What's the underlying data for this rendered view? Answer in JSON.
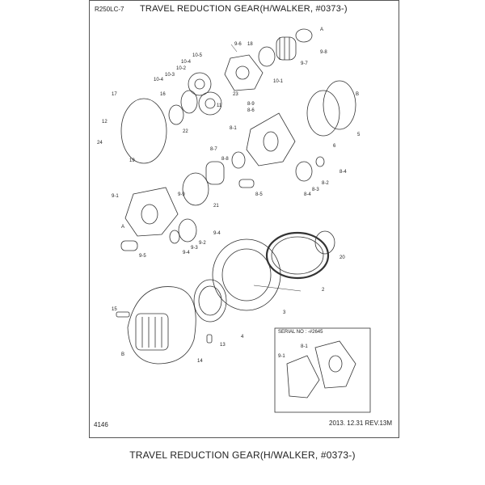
{
  "header": {
    "model": "R250LC-7",
    "title": "TRAVEL REDUCTION GEAR(H/WALKER, #0373-)"
  },
  "footer": {
    "page": "4146",
    "date_rev": "2013. 12.31  REV.13M"
  },
  "caption": "TRAVEL REDUCTION GEAR(H/WALKER, #0373-)",
  "inset": {
    "serial": "SERIAL NO : -#2645"
  },
  "labels": {
    "A1": "A",
    "A2": "A",
    "B1": "B",
    "B2": "B",
    "l2": "2",
    "l3": "3",
    "l4": "4",
    "l5": "5",
    "l6": "6",
    "l8_1": "8-1",
    "l8_2": "8-2",
    "l8_3": "8-3",
    "l8_4a": "8-4",
    "l8_4b": "8-4",
    "l8_5": "8-5",
    "l8_6": "8-6",
    "l8_7": "8-7",
    "l8_8": "8-8",
    "l8_9": "8-9",
    "l9_1": "9-1",
    "l9_2": "9-2",
    "l9_3": "9-3",
    "l9_4a": "9-4",
    "l9_4b": "9-4",
    "l9_5": "9-5",
    "l9_6": "9-6",
    "l9_7": "9-7",
    "l9_8": "9-8",
    "l9_9": "9-9",
    "l10_1": "10-1",
    "l10_2": "10-2",
    "l10_3": "10-3",
    "l10_4a": "10-4",
    "l10_4b": "10-4",
    "l10_5": "10-5",
    "l11": "11",
    "l12": "12",
    "l13": "13",
    "l14": "14",
    "l15": "15",
    "l16": "16",
    "l17": "17",
    "l18": "18",
    "l19": "19",
    "l20": "20",
    "l21": "21",
    "l22": "22",
    "l23": "23",
    "l24": "24",
    "ins8_1": "8-1",
    "ins9_1": "9-1"
  }
}
